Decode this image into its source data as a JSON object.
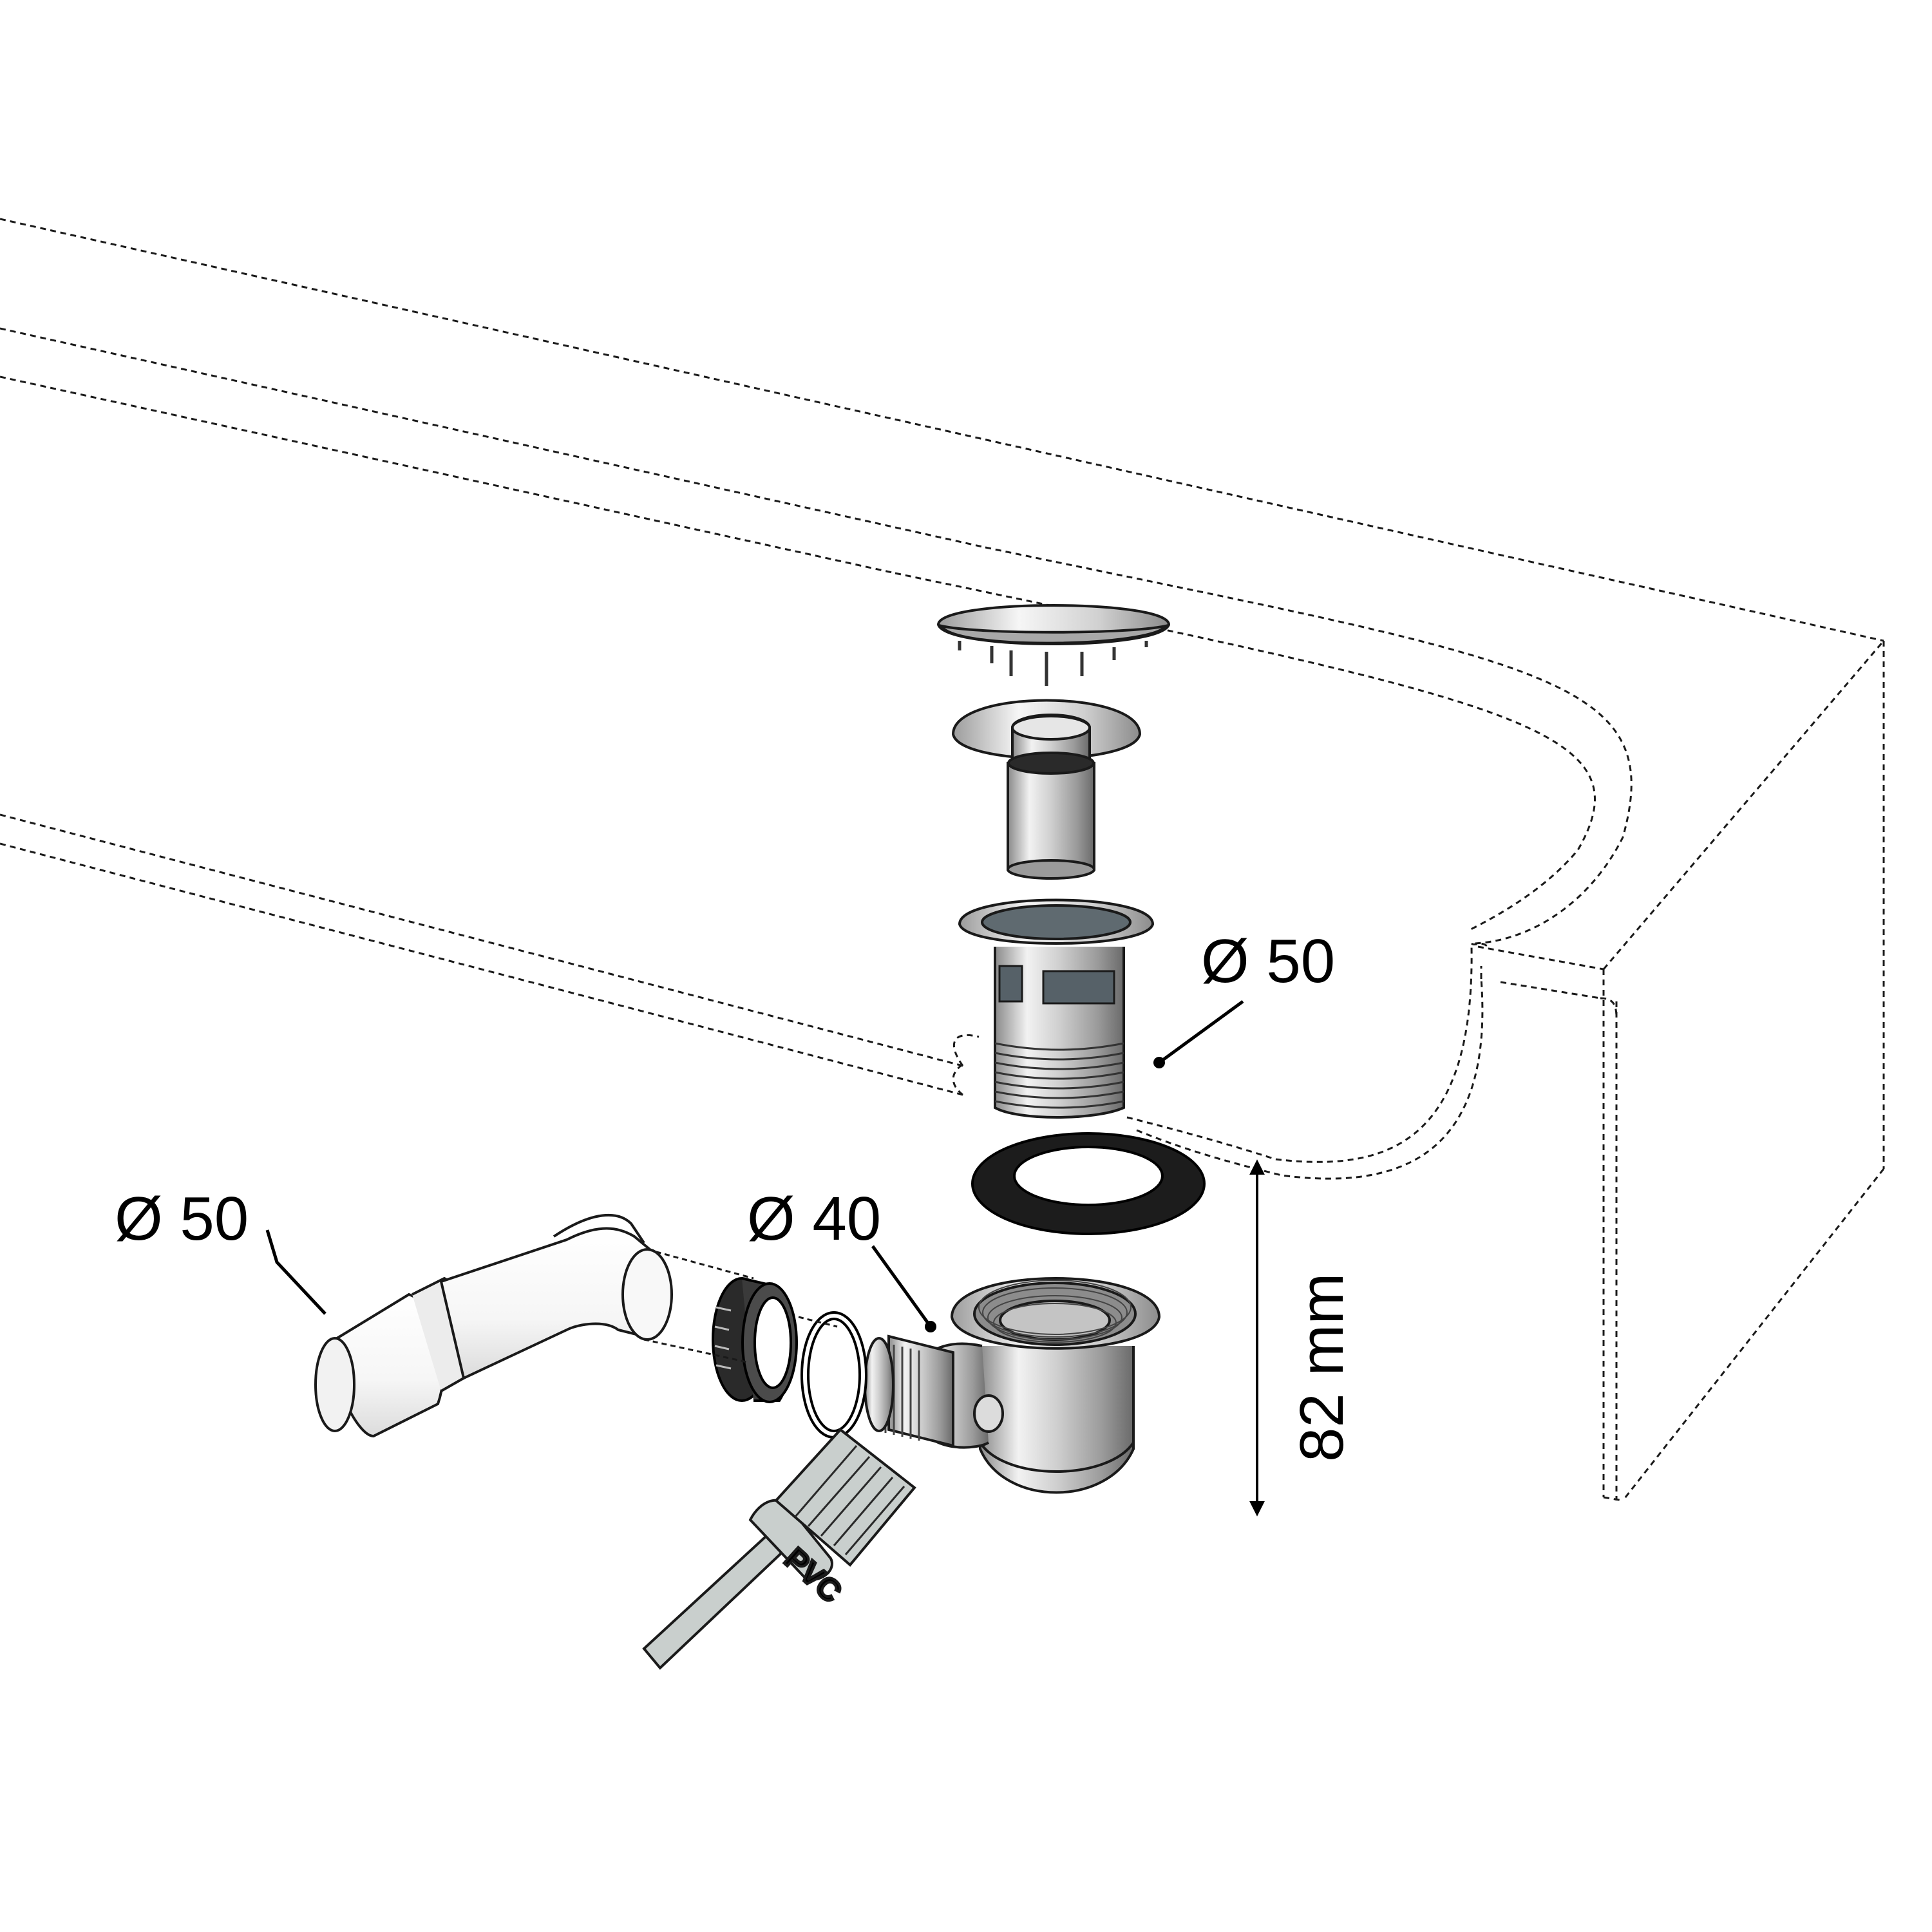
{
  "diagram": {
    "labels": {
      "outlet_diameter": "Ø 50",
      "elbow_diameter": "Ø 50",
      "side_outlet_diameter": "Ø 40",
      "height_dimension": "82 mm",
      "brush_text": "PVC"
    },
    "parts": [
      "shower-tray-outline",
      "drain-cover",
      "strainer-insert",
      "drain-body-threaded",
      "rubber-gasket",
      "trap-body",
      "union-nut",
      "o-ring",
      "elbow-pipe",
      "glue-brush"
    ],
    "colors": {
      "line": "#1a1a1a",
      "metal_light": "#f4f4f4",
      "metal_mid": "#c8c8c8",
      "metal_dark": "#6e6e6e",
      "gasket": "#1c1c1c",
      "pvc_white": "#ffffff",
      "brush_grey": "#c9cfcd"
    }
  }
}
